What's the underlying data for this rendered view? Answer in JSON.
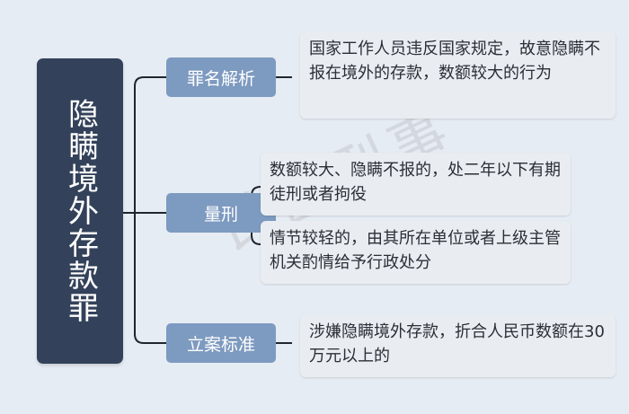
{
  "root": {
    "title": "隐瞒境外存款罪"
  },
  "branches": [
    {
      "label": "罪名解析",
      "leaves": [
        "国家工作人员违反国家规定，故意隐瞒不报在境外的存款，数额较大的行为"
      ]
    },
    {
      "label": "量刑",
      "leaves": [
        "数额较大、隐瞒不报的，处二年以下有期徒刑或者拘役",
        "情节较轻的，由其所在单位或者上级主管机关酌情给予行政处分"
      ]
    },
    {
      "label": "立案标准",
      "leaves": [
        "涉嫌隐瞒境外存款，折合人民币数额在30万元以上的"
      ]
    }
  ],
  "watermark": "长盈刑事",
  "colors": {
    "background": "#e6ecf3",
    "root": "#33425a",
    "branch": "#7d9ac0",
    "leaf": "#e9edf2",
    "line": "#1f2630"
  }
}
